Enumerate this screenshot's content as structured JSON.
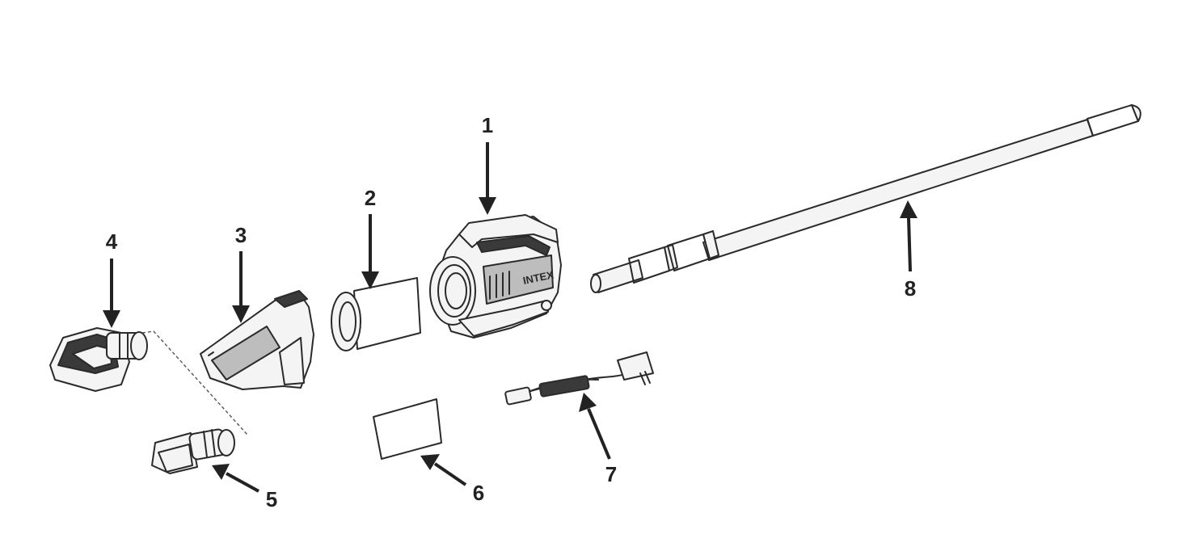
{
  "brand_label": "INTEX",
  "callouts": [
    "1",
    "2",
    "3",
    "4",
    "5",
    "6",
    "7",
    "8"
  ]
}
